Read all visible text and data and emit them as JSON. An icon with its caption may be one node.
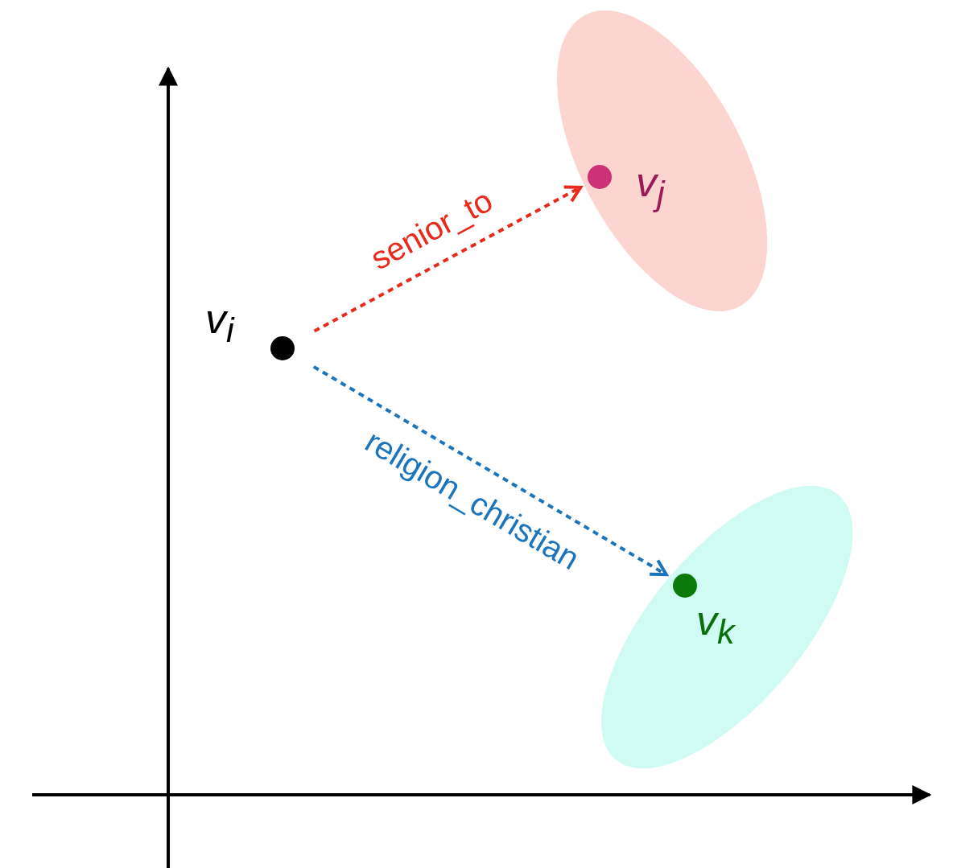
{
  "diagram": {
    "nodes": [
      {
        "text": [],
        "shape": "ellipse"
      },
      {
        "text": [],
        "shape": "circle",
        "beside": [
          "v$_{j}$"
        ],
        "in": 0
      },
      {
        "text": [],
        "shape": "circle",
        "beside": [
          "v$_{i}$"
        ]
      },
      {
        "text": [],
        "shape": "ellipse"
      },
      {
        "text": [],
        "shape": "circle",
        "beside": [
          "v$_{k}$"
        ],
        "in": 3
      }
    ],
    "edges": [
      {
        "from": 2,
        "to": 1,
        "arrow": "to",
        "label": "senior_to",
        "style": "dashed",
        "color": "#e8291c"
      },
      {
        "from": 2,
        "to": 4,
        "arrow": "to",
        "label": "religion_christian",
        "style": "dashed",
        "color": "#1a75bc"
      }
    ]
  }
}
